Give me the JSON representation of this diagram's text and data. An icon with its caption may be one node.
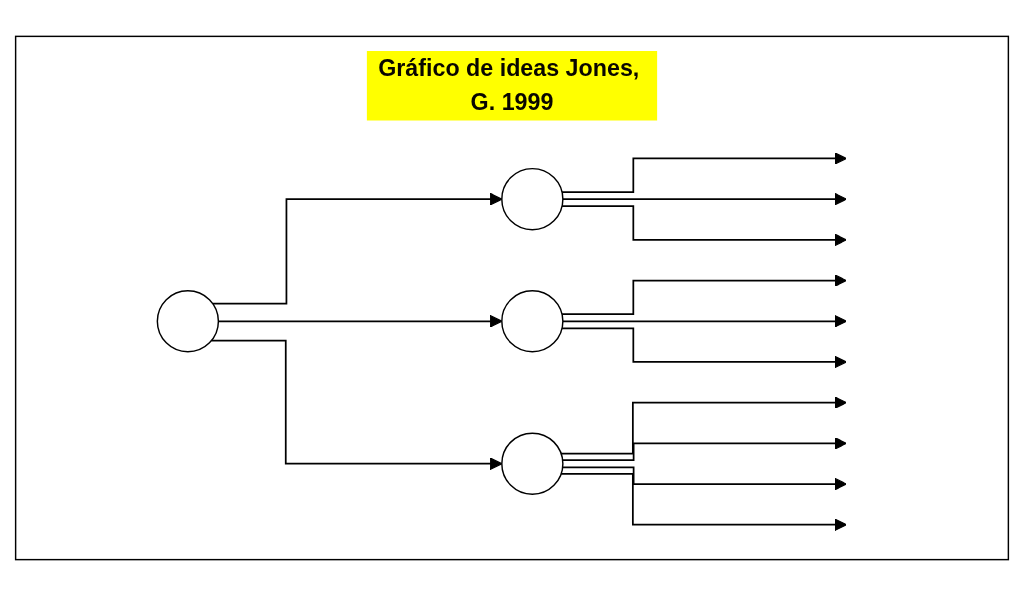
{
  "diagram": {
    "nodes": [
      {
        "text": [
          "Gráfico de ideas Jones, G. 1999"
        ]
      },
      {
        "text": [],
        "shape": "circle",
        "in": 0
      },
      {
        "text": [],
        "shape": "circle",
        "in": 0
      },
      {
        "text": [],
        "shape": "circle",
        "in": 0
      },
      {
        "text": [],
        "shape": "circle",
        "in": 0
      }
    ],
    "edges": [
      {
        "from": 3,
        "to": 1,
        "arrow": "to"
      },
      {
        "from": 3,
        "to": 2,
        "arrow": "to"
      },
      {
        "from": 3,
        "to": 4,
        "arrow": "to"
      },
      {
        "from": 1,
        "to": null,
        "arrow": "to"
      },
      {
        "from": 1,
        "to": null,
        "arrow": "to"
      },
      {
        "from": 1,
        "to": null,
        "arrow": "to"
      },
      {
        "from": 2,
        "to": null,
        "arrow": "to"
      },
      {
        "from": 2,
        "to": null,
        "arrow": "to"
      },
      {
        "from": 2,
        "to": null,
        "arrow": "to"
      },
      {
        "from": 4,
        "to": null,
        "arrow": "to"
      },
      {
        "from": 4,
        "to": null,
        "arrow": "to"
      },
      {
        "from": 4,
        "to": null,
        "arrow": "to"
      },
      {
        "from": 4,
        "to": null,
        "arrow": "to"
      }
    ]
  }
}
